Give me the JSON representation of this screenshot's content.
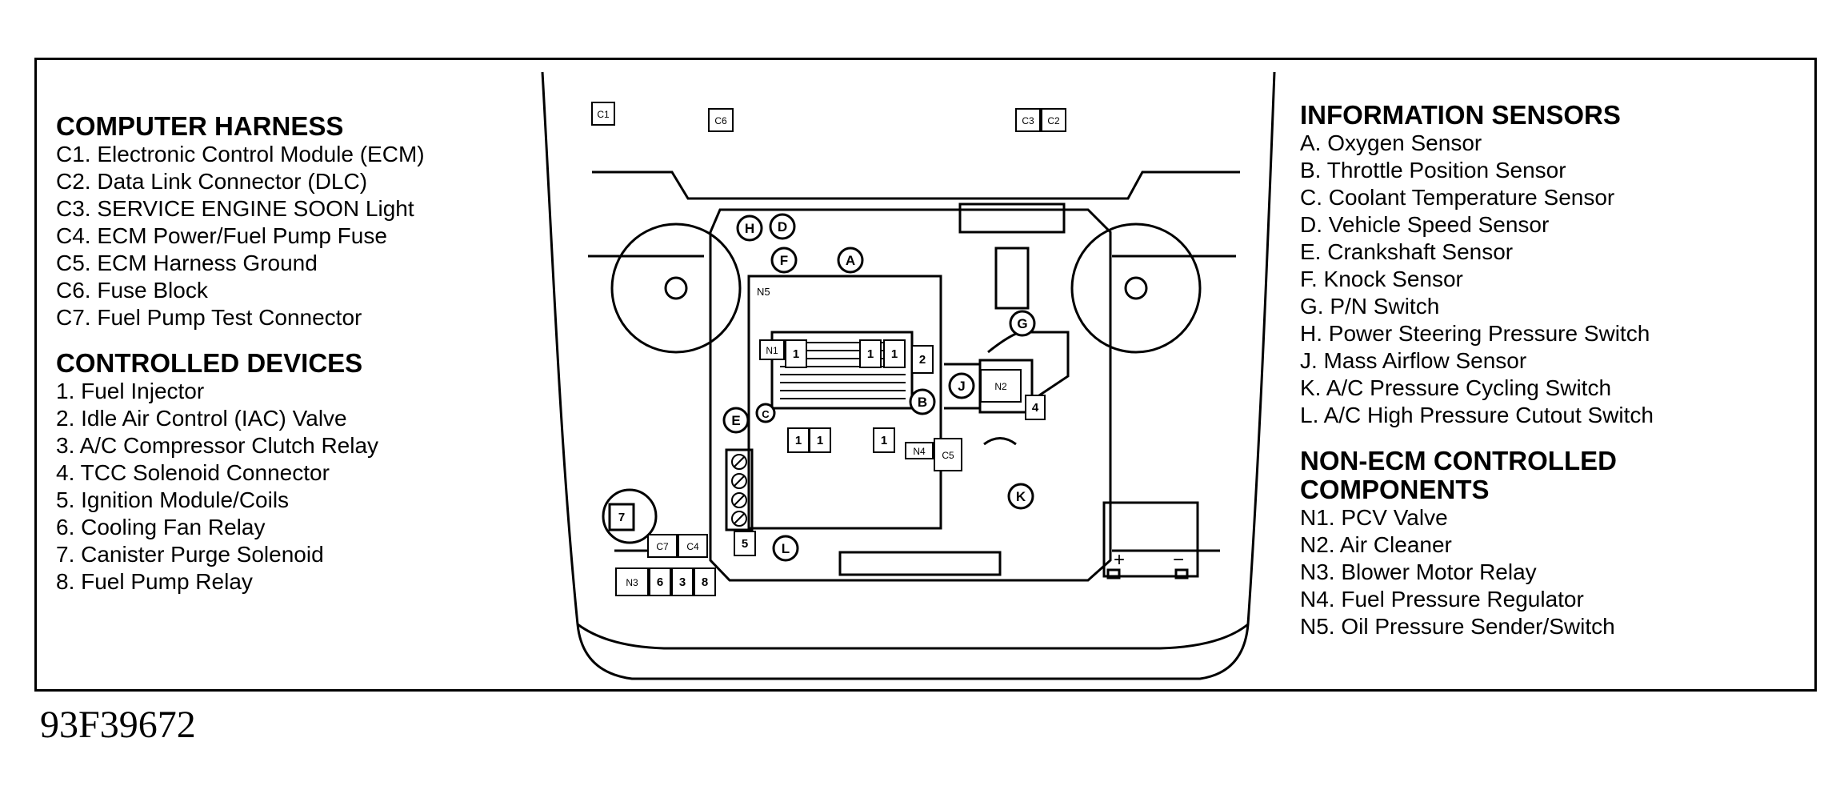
{
  "figure_id": "93F39672",
  "left_legend": [
    {
      "heading": "COMPUTER HARNESS",
      "items": [
        "C1. Electronic Control Module (ECM)",
        "C2. Data Link Connector (DLC)",
        "C3. SERVICE ENGINE SOON Light",
        "C4. ECM Power/Fuel Pump Fuse",
        "C5. ECM Harness Ground",
        "C6. Fuse Block",
        "C7. Fuel Pump Test Connector"
      ]
    },
    {
      "heading": "CONTROLLED DEVICES",
      "items": [
        "1. Fuel Injector",
        "2. Idle Air Control (IAC) Valve",
        "3. A/C Compressor Clutch Relay",
        "4. TCC Solenoid Connector",
        "5. Ignition Module/Coils",
        "6. Cooling Fan Relay",
        "7. Canister Purge Solenoid",
        "8. Fuel Pump Relay"
      ]
    }
  ],
  "right_legend": [
    {
      "heading": "INFORMATION SENSORS",
      "items": [
        "A. Oxygen Sensor",
        "B. Throttle Position Sensor",
        "C. Coolant Temperature Sensor",
        "D. Vehicle Speed Sensor",
        "E. Crankshaft Sensor",
        "F. Knock Sensor",
        "G. P/N Switch",
        "H. Power Steering Pressure Switch",
        "J. Mass Airflow Sensor",
        "K. A/C Pressure Cycling Switch",
        "L. A/C High Pressure Cutout Switch"
      ]
    },
    {
      "heading": "NON-ECM CONTROLLED COMPONENTS",
      "items": [
        "N1. PCV Valve",
        "N2. Air Cleaner",
        "N3. Blower Motor Relay",
        "N4. Fuel Pressure Regulator",
        "N5. Oil Pressure Sender/Switch"
      ]
    }
  ],
  "diagram_labels": {
    "box_labels": [
      "C1",
      "C6",
      "C3",
      "C2",
      "N1",
      "1",
      "1",
      "1",
      "2",
      "N2",
      "4",
      "1",
      "1",
      "1",
      "N4",
      "C5",
      "7",
      "C7",
      "C4",
      "N3",
      "6",
      "3",
      "8",
      "5"
    ],
    "circle_labels": [
      "H",
      "D",
      "F",
      "A",
      "G",
      "J",
      "B",
      "E",
      "C",
      "K",
      "L"
    ],
    "plain_labels": [
      "N5"
    ],
    "battery_plus": "+",
    "battery_minus": "−"
  }
}
